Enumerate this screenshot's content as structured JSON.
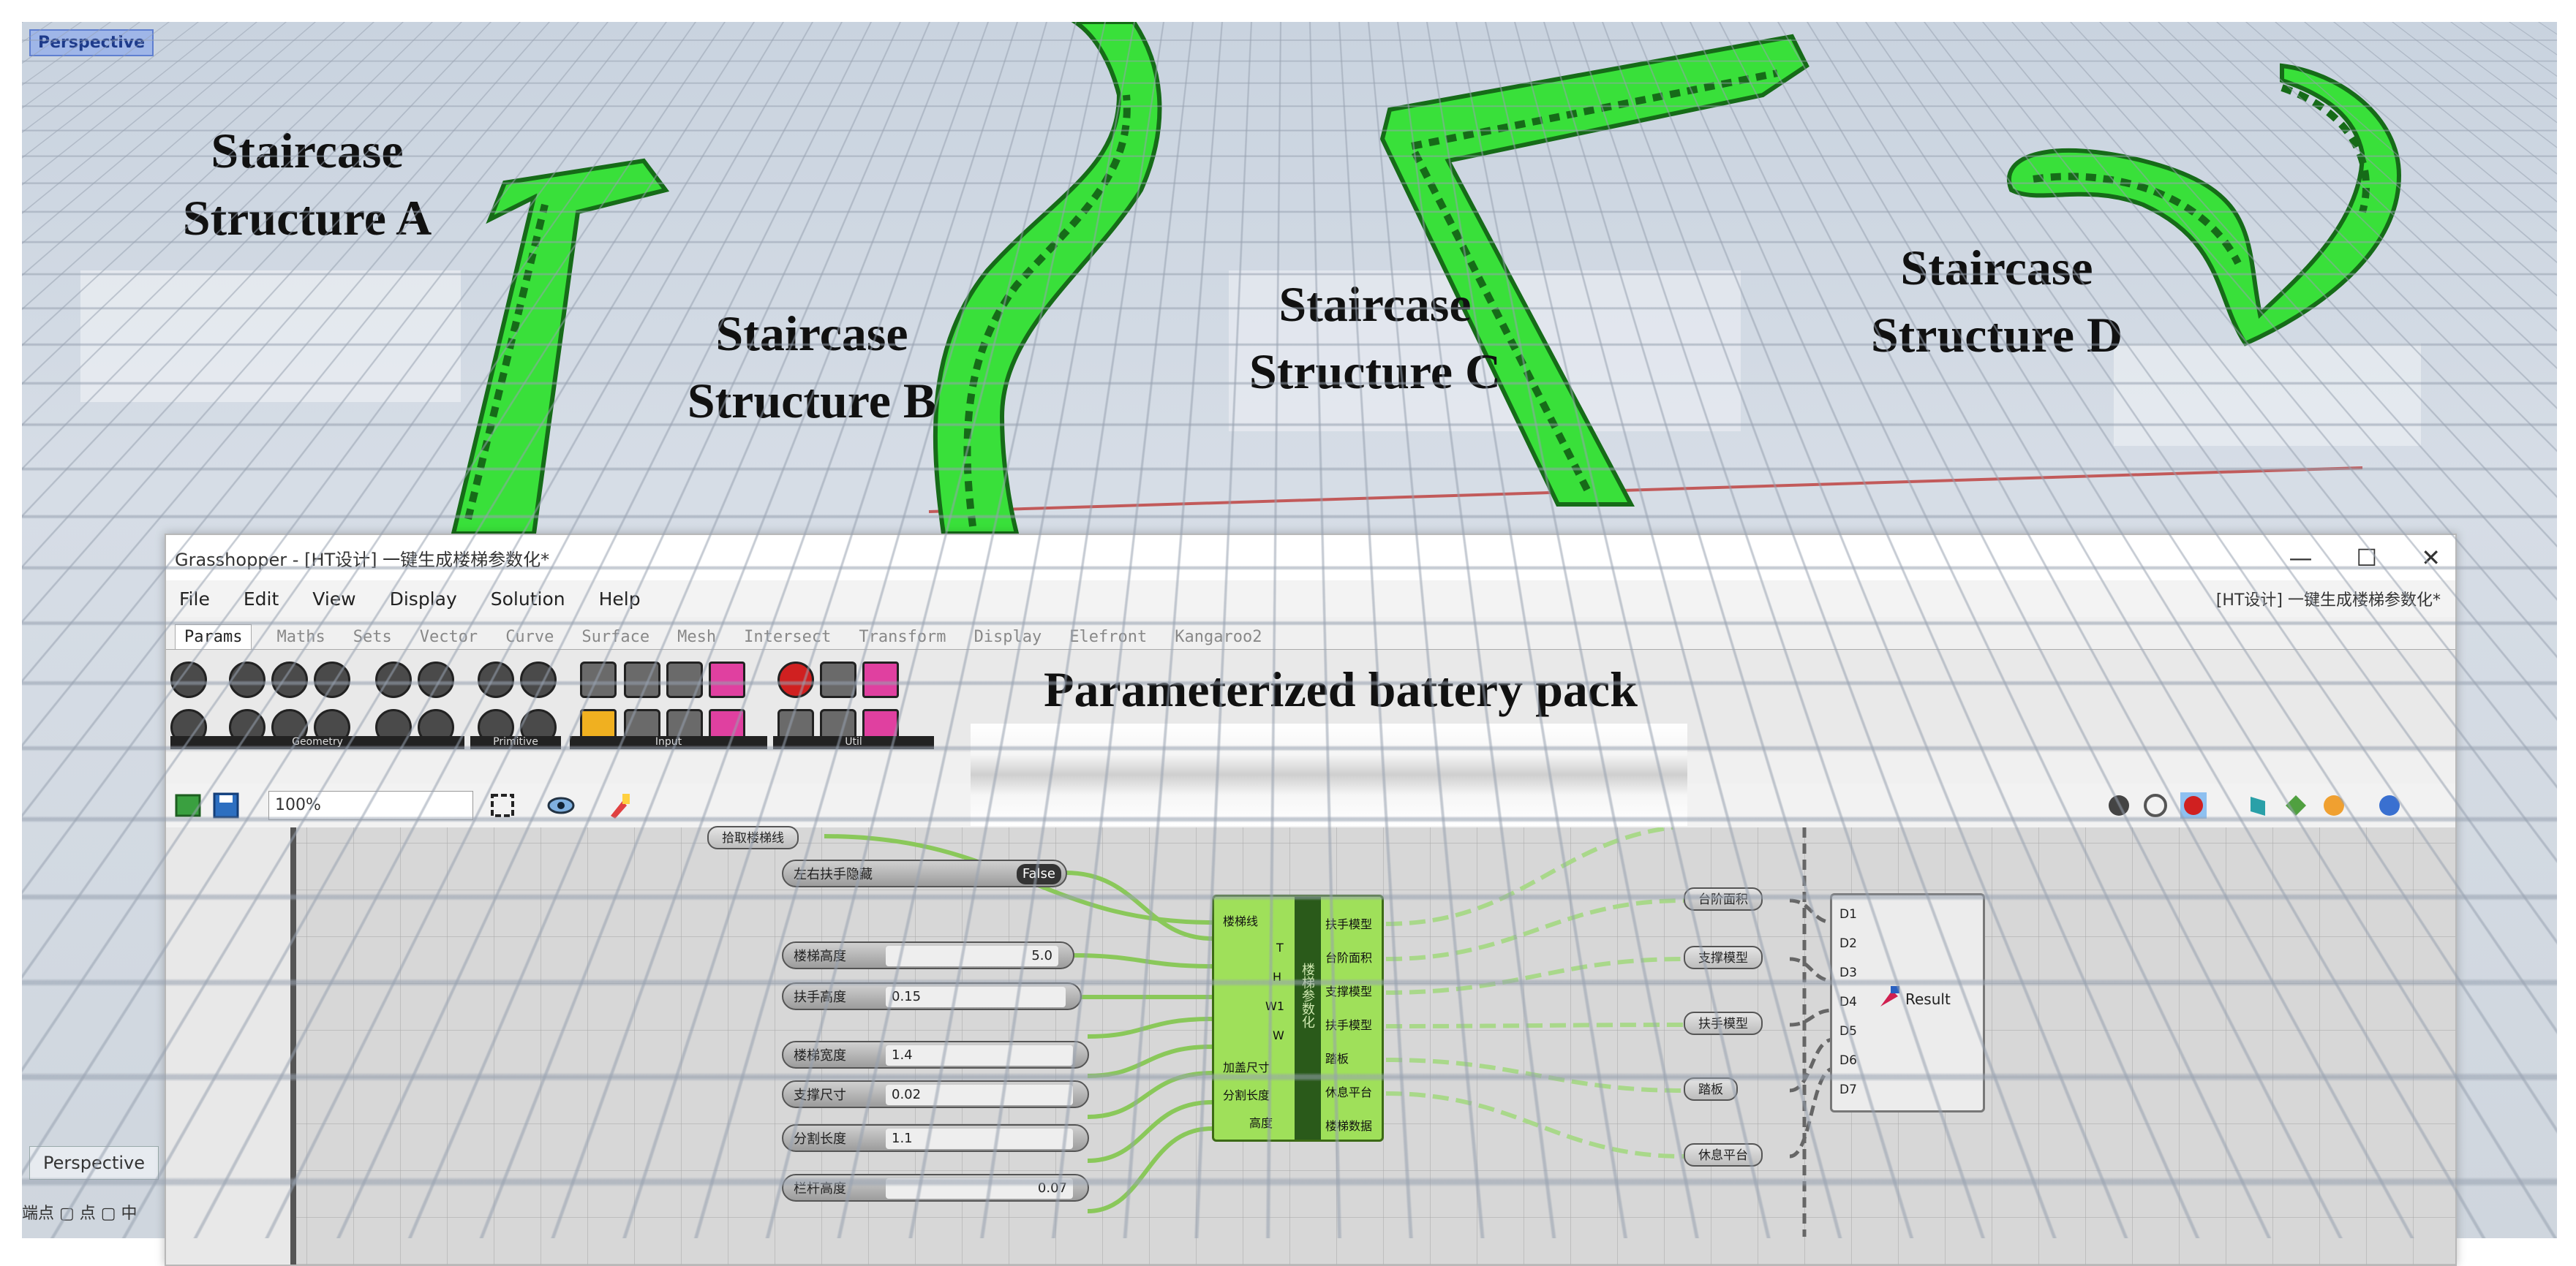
{
  "viewport": {
    "label_top": "Perspective",
    "label_bottom": "Perspective",
    "status": "端点 ▢ 点 ▢ 中"
  },
  "captions": {
    "a_line1": "Staircase",
    "a_line2": "Structure A",
    "b_line1": "Staircase",
    "b_line2": "Structure B",
    "c_line1": "Staircase",
    "c_line2": "Structure C",
    "d_line1": "Staircase",
    "d_line2": "Structure D",
    "battery": "Parameterized battery pack"
  },
  "colors": {
    "stair_green": "#39e03a",
    "stair_dark": "#166b18",
    "gh_component": "#9fe05a",
    "wire_green": "#8ac85a"
  },
  "grasshopper": {
    "title": "Grasshopper - [HT设计] 一键生成楼梯参数化*",
    "right_title": "[HT设计] 一键生成楼梯参数化*",
    "window_controls": [
      "—",
      "☐",
      "✕"
    ],
    "menu": [
      "File",
      "Edit",
      "View",
      "Display",
      "Solution",
      "Help"
    ],
    "tabs": [
      "Params",
      "Maths",
      "Sets",
      "Vector",
      "Curve",
      "Surface",
      "Mesh",
      "Intersect",
      "Transform",
      "Display",
      "Elefront",
      "Kangaroo2"
    ],
    "ribbon_groups": [
      "Geometry",
      "Primitive",
      "Input",
      "Util"
    ],
    "zoom": "100%",
    "top_param": "拾取楼梯线",
    "boolean_toggle": {
      "label": "左右扶手隐藏",
      "value": "False"
    },
    "sliders": [
      {
        "label": "楼梯高度",
        "value": "5.0"
      },
      {
        "label": "扶手高度",
        "value": "0.15"
      },
      {
        "label": "楼梯宽度",
        "value": "1.4"
      },
      {
        "label": "支撑尺寸",
        "value": "0.02"
      },
      {
        "label": "分割长度",
        "value": "1.1"
      },
      {
        "label": "栏杆高度",
        "value": "0.07"
      }
    ],
    "component_inputs": [
      "楼梯线",
      "T",
      "H",
      "W1",
      "W",
      "加盖尺寸",
      "分割长度",
      "高度"
    ],
    "component_outputs": [
      "扶手模型",
      "台阶面积",
      "支撑模型",
      "扶手模型",
      "踏板",
      "休息平台",
      "楼梯数据"
    ],
    "component_name": "楼梯参数化",
    "output_params": [
      "台阶面积",
      "支撑模型",
      "扶手模型",
      "踏板",
      "休息平台"
    ],
    "result_inputs": [
      "D1",
      "D2",
      "D3",
      "D4",
      "D5",
      "D6",
      "D7"
    ],
    "result_label": "Result"
  }
}
